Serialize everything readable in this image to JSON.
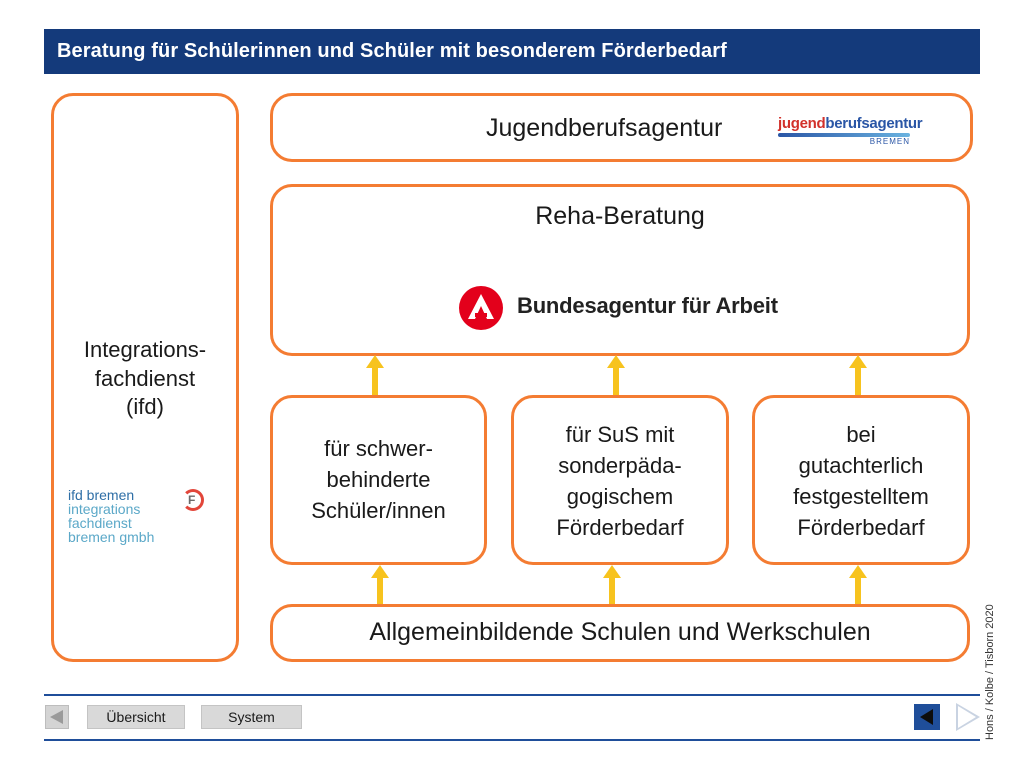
{
  "title": "Beratung für Schülerinnen und Schüler mit besonderem Förderbedarf",
  "ifd": {
    "label": "Integrations-\nfachdienst\n(ifd)",
    "logo_lines": [
      "ifd bremen",
      "integrations",
      "fachdienst",
      "bremen gmbh"
    ],
    "logo_mark": "F"
  },
  "jba": {
    "title": "Jugendberufsagentur",
    "logo_part1": "jugend",
    "logo_part2": "berufsagentur",
    "logo_sub": "BREMEN"
  },
  "reha": {
    "title": "Reha-Beratung",
    "ba_name": "Bundesagentur für Arbeit"
  },
  "targets": [
    "für schwer-\nbehinderte\nSchüler/innen",
    "für SuS mit\nsonderpäda-\ngogischem\nFörderbedarf",
    "bei\ngutachterlich\nfestgestelltem\nFörderbedarf"
  ],
  "schools": "Allgemeinbildende Schulen und Werkschulen",
  "nav": {
    "overview": "Übersicht",
    "system": "System"
  },
  "credit": "Hons / Kolbe / Tisborn 2020",
  "colors": {
    "title_bg": "#143a7b",
    "box_border": "#f47c32",
    "arrow": "#f7c31e",
    "ba_red": "#e3001b"
  },
  "icons": {
    "back": "triangle-left-icon",
    "prev": "previous-slide-icon",
    "next": "next-slide-icon"
  }
}
